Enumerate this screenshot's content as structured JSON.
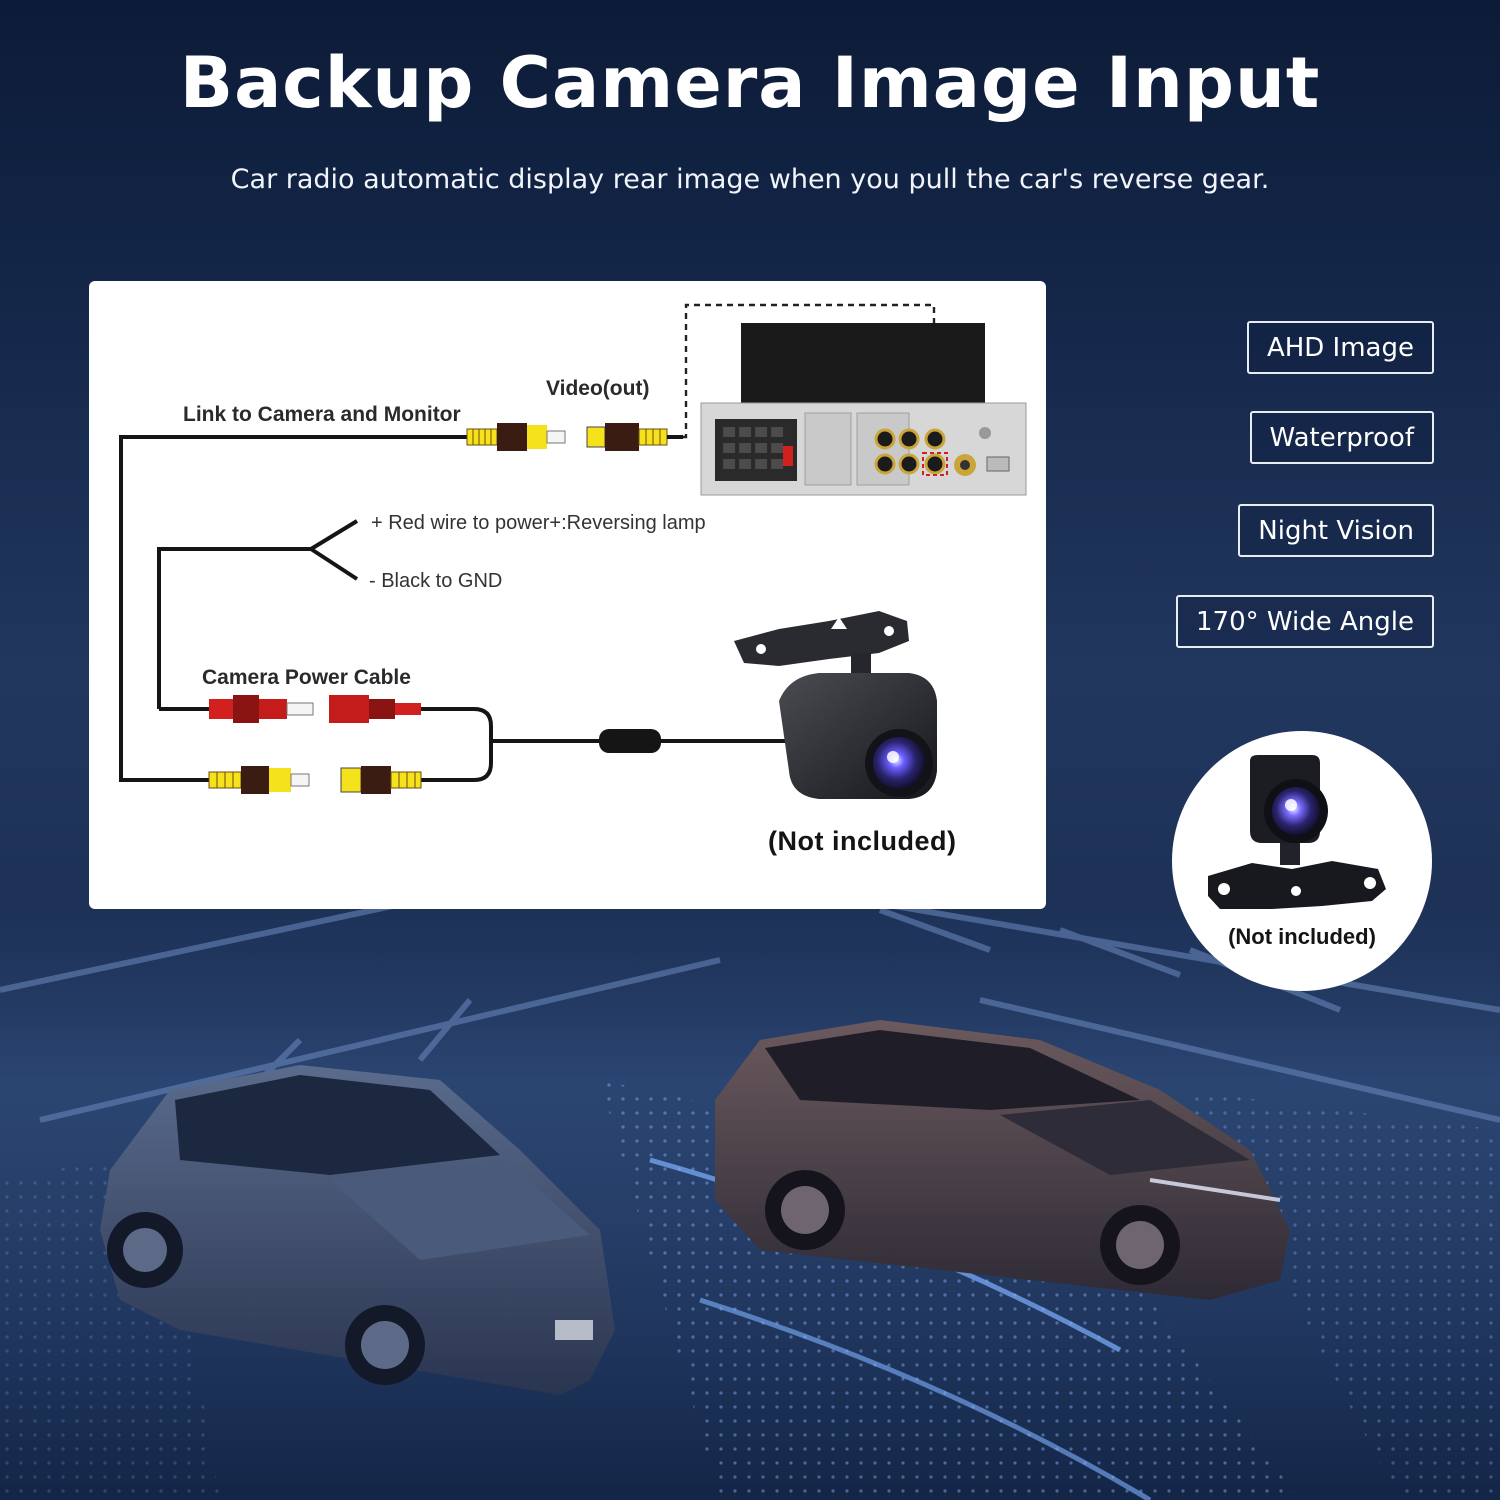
{
  "header": {
    "title": "Backup Camera Image Input",
    "subtitle": "Car radio automatic display rear image when you pull the car's reverse gear."
  },
  "diagram": {
    "video_out": "Video(out)",
    "link_label": "Link to Camera and Monitor",
    "red_wire": "+ Red wire to power+:Reversing lamp",
    "black_wire": "- Black to GND",
    "power_cable": "Camera Power Cable",
    "not_included": "(Not included)"
  },
  "features": [
    {
      "label": "AHD Image"
    },
    {
      "label": "Waterproof"
    },
    {
      "label": "Night Vision"
    },
    {
      "label": "170° Wide Angle"
    }
  ],
  "product_callout": {
    "not_included": "(Not included)"
  },
  "colors": {
    "rca_yellow": "#f5e21a",
    "rca_red": "#d1201d",
    "connector_dark": "#3a1c12",
    "background_navy": "#15284b"
  }
}
